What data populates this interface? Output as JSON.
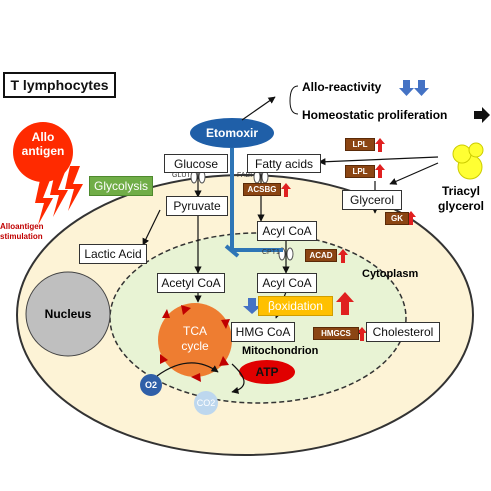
{
  "title": "T lymphocytes",
  "allo_antigen": "Allo antigen",
  "alloantigen_stimulation": "Alloantigen stimulation",
  "etomoxir": "Etomoxir",
  "effects": {
    "allo_reactivity": "Allo-reactivity",
    "homeostatic_proliferation": "Homeostatic proliferation"
  },
  "nodes": {
    "glucose": "Glucose",
    "fatty_acids": "Fatty acids",
    "glycolysis": "Glycolysis",
    "pyruvate": "Pyruvate",
    "lactic_acid": "Lactic Acid",
    "acyl_coa_1": "Acyl CoA",
    "acyl_coa_2": "Acyl CoA",
    "acetyl_coa": "Acetyl CoA",
    "hmg_coa": "HMG CoA",
    "cholesterol": "Cholesterol",
    "glycerol": "Glycerol",
    "triacyl_glycerol": "Triacyl glycerol",
    "tca_cycle": "TCA cycle",
    "atp": "ATP",
    "o2": "O2",
    "co2": "CO2"
  },
  "transporters": {
    "glut": "GLUT",
    "fabp": "FABP",
    "cpt1": "CPT1"
  },
  "enzymes": {
    "acsbg": "ACSBG",
    "acad": "ACAD",
    "lpl": "LPL",
    "gk": "GK",
    "hmgcs": "HMGCS"
  },
  "beta_oxidation": "βoxidation",
  "compartments": {
    "nucleus": "Nucleus",
    "cytoplasm": "Cytoplasm",
    "mitochondrion": "Mitochondrion"
  },
  "colors": {
    "cell_fill": "#fdf3d6",
    "mito_fill": "#e8f3d4",
    "nucleus_fill": "#bfbfbf",
    "tca_fill": "#ee7d31",
    "etomoxir_fill": "#1f5fa8",
    "allo_fill": "#ff2a00",
    "glycolysis_fill": "#70ad47",
    "beta_ox_fill": "#ffc000",
    "enzyme_fill": "#8b4513",
    "up_arrow": "#e02020",
    "down_arrow": "#4472c4",
    "atp_fill": "#e00000",
    "o2_fill": "#2f5fa8",
    "co2_fill": "#bdd7ee",
    "triacyl_fill": "#ffff33"
  }
}
